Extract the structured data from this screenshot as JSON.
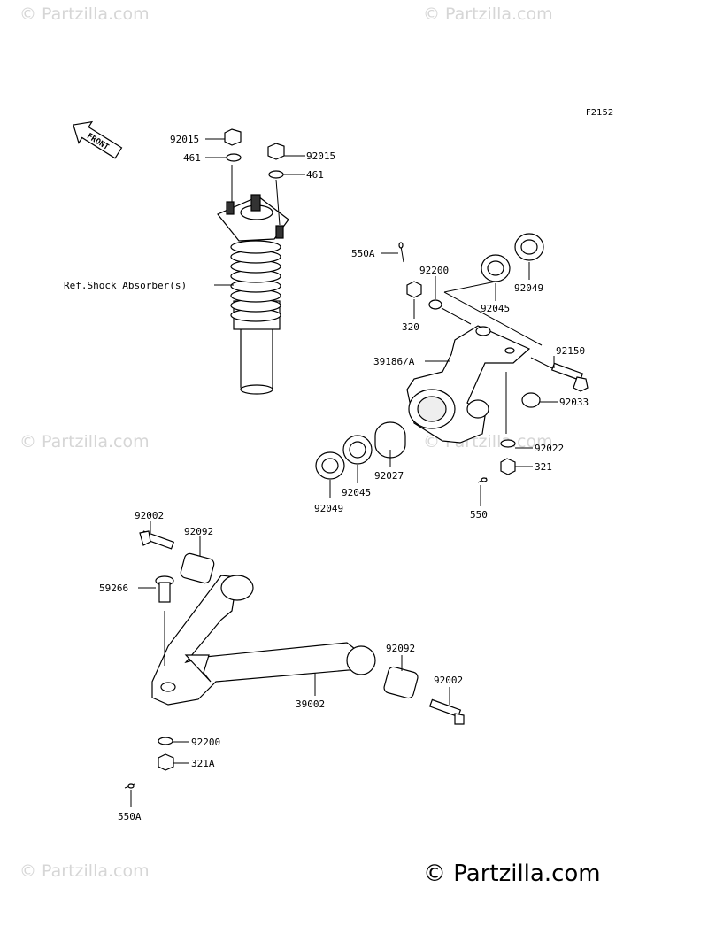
{
  "figure_code": "F2152",
  "front_label": "FRONT",
  "ref_label": "Ref.Shock Absorber(s)",
  "watermark": "Partzilla.com",
  "watermark_main": "Partzilla.com",
  "parts": {
    "p92015a": "92015",
    "p461a": "461",
    "p92015b": "92015",
    "p461b": "461",
    "p550A_top": "550A",
    "p92200_top": "92200",
    "p320": "320",
    "p92049_top": "92049",
    "p92045_top": "92045",
    "p92150": "92150",
    "p39186A": "39186/A",
    "p92033": "92033",
    "p92022": "92022",
    "p321": "321",
    "p550": "550",
    "p92027": "92027",
    "p92045_bot": "92045",
    "p92049_bot": "92049",
    "p92002_top": "92002",
    "p92092_top": "92092",
    "p59266": "59266",
    "p92092_bot": "92092",
    "p92002_bot": "92002",
    "p39002": "39002",
    "p92200_bot": "92200",
    "p321A": "321A",
    "p550A_bot": "550A"
  }
}
